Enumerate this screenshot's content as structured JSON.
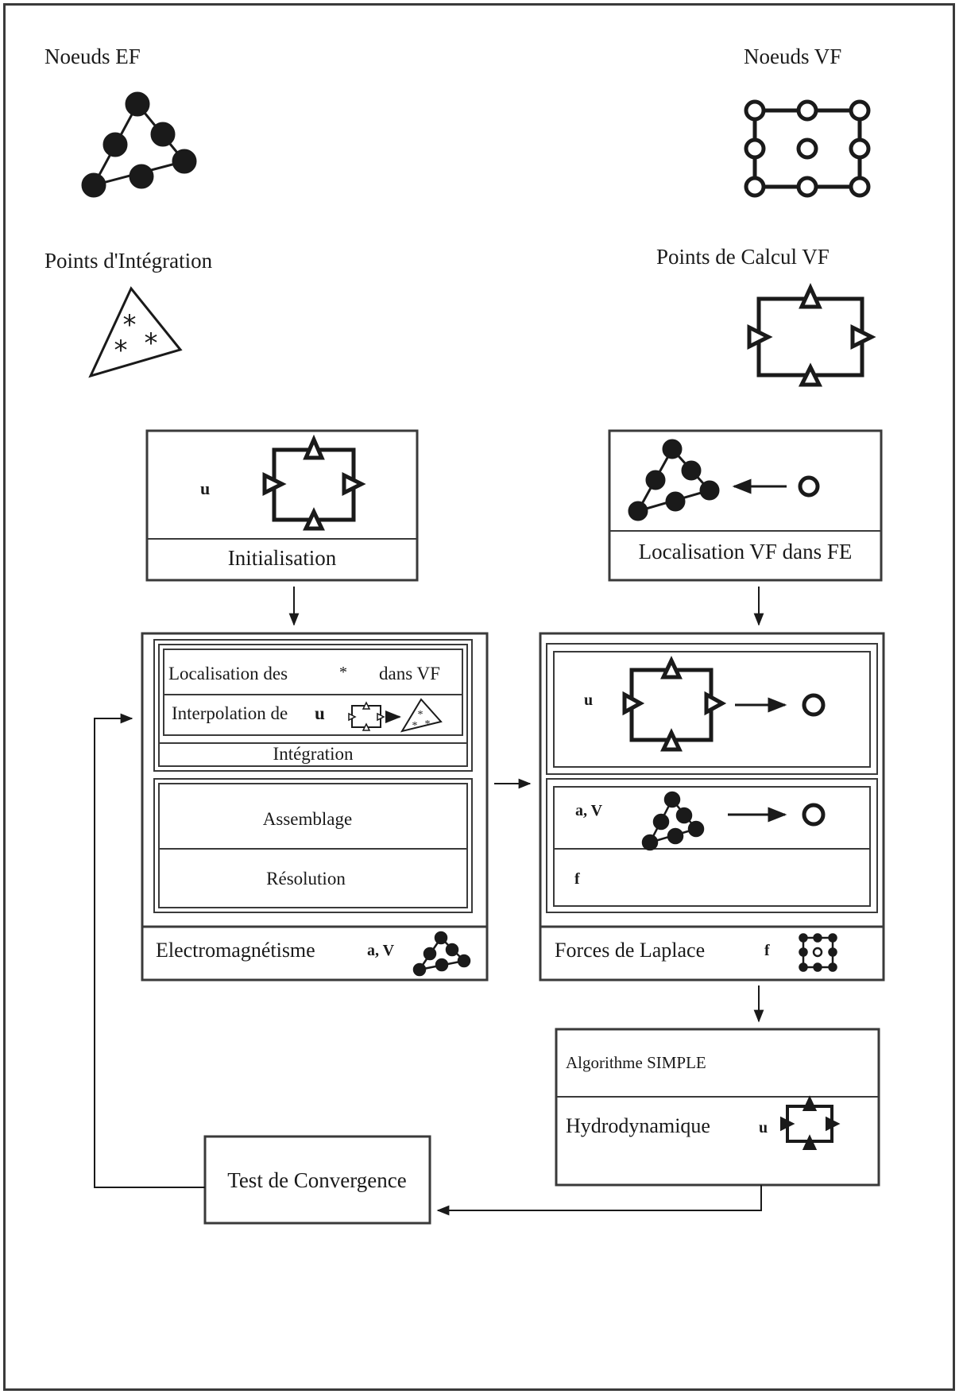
{
  "legend": {
    "fe_nodes": "Noeuds EF",
    "fv_nodes": "Noeuds VF",
    "integration_points": "Points d'Intégration",
    "fv_points": "Points de Calcul VF"
  },
  "blocks": {
    "init": {
      "var": "u",
      "title": "Initialisation"
    },
    "locate": {
      "title": "Localisation VF dans FE"
    },
    "em": {
      "localisation_left": "Localisation des",
      "localisation_star": "*",
      "localisation_right": "dans VF",
      "interpolation": "Interpolation de",
      "interpolation_var": "u",
      "integration": "Intégration",
      "assemblage": "Assemblage",
      "resolution": "Résolution",
      "title": "Electromagnétisme",
      "vars": "a, V"
    },
    "laplace": {
      "var_u": "u",
      "vars_av": "a, V",
      "var_f": "f",
      "title": "Forces de Laplace",
      "title_var": "f"
    },
    "hydro": {
      "algorithm": "Algorithme SIMPLE",
      "title": "Hydrodynamique",
      "var": "u"
    },
    "convergence": {
      "title": "Test de Convergence"
    }
  }
}
